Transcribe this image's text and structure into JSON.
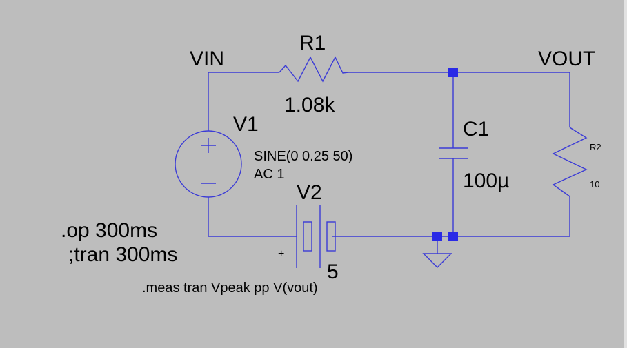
{
  "colors": {
    "background": "#bdbdbd",
    "wire": "#3b3bd6",
    "junction": "#2a2ae6",
    "text": "#000000"
  },
  "nets": {
    "vin": "VIN",
    "vout": "VOUT"
  },
  "components": {
    "r1": {
      "name": "R1",
      "value": "1.08k"
    },
    "r2": {
      "name": "R2",
      "value": "10"
    },
    "c1": {
      "name": "C1",
      "value": "100µ"
    },
    "v1": {
      "name": "V1",
      "spec_line1": "SINE(0 0.25 50)",
      "spec_line2": "AC 1"
    },
    "v2": {
      "name": "V2",
      "value": "5",
      "plus_sign": "+"
    }
  },
  "directives": {
    "op": ".op 300ms",
    "tran": ";tran 300ms",
    "meas": ".meas tran Vpeak pp V(vout)"
  }
}
